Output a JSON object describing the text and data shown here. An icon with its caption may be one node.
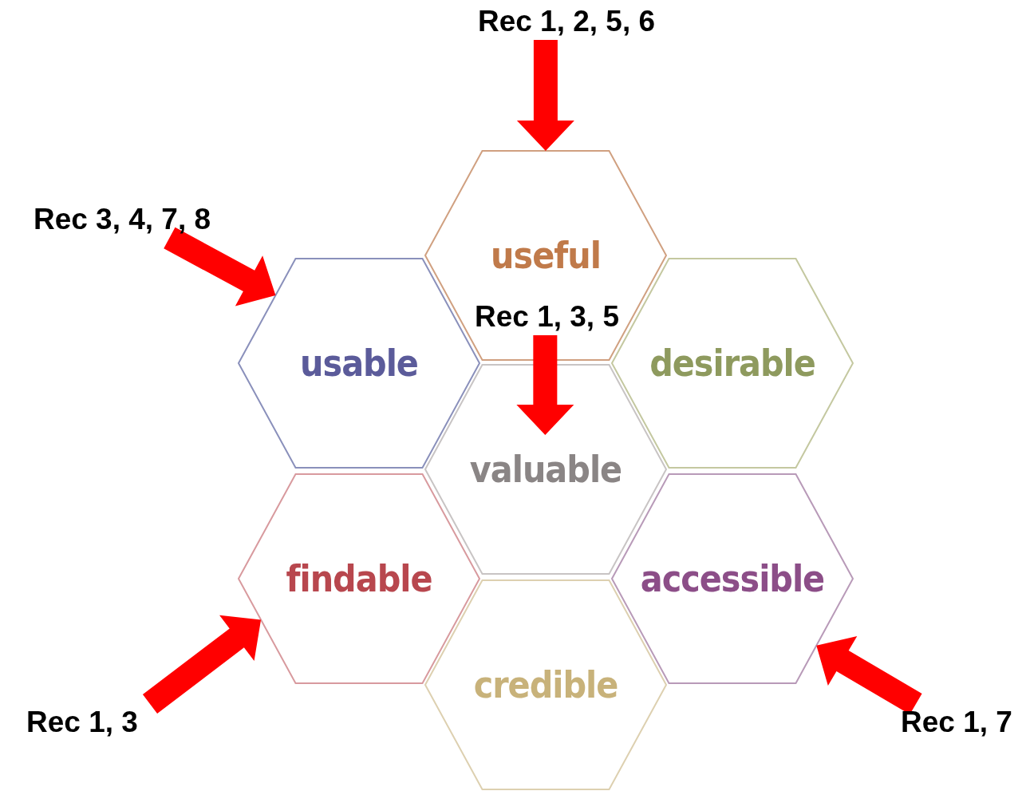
{
  "diagram": {
    "nodes": [
      {
        "text": [
          "Rec 1, 2, 5, 6"
        ]
      },
      {
        "text": [
          "Rec 3, 4, 7, 8"
        ]
      },
      {
        "text": [
          "useful"
        ]
      },
      {
        "text": [
          "usable"
        ]
      },
      {
        "text": [
          "Rec 1, 3, 5"
        ],
        "in": 2
      },
      {
        "text": [
          "desirable"
        ]
      },
      {
        "text": [
          "valuable"
        ]
      },
      {
        "text": [
          "findable"
        ]
      },
      {
        "text": [
          "accessible"
        ]
      },
      {
        "text": [
          "credible"
        ]
      },
      {
        "text": [
          "Rec 1, 3"
        ]
      },
      {
        "text": [
          "Rec 1, 7"
        ]
      }
    ],
    "edges": [
      {
        "from": 0,
        "to": 2,
        "arrow": "to"
      },
      {
        "from": 1,
        "to": 3,
        "arrow": "to"
      },
      {
        "from": 4,
        "to": 6,
        "arrow": "to"
      },
      {
        "from": 10,
        "to": 7,
        "arrow": "to"
      },
      {
        "from": 11,
        "to": 8,
        "arrow": "to"
      }
    ]
  }
}
